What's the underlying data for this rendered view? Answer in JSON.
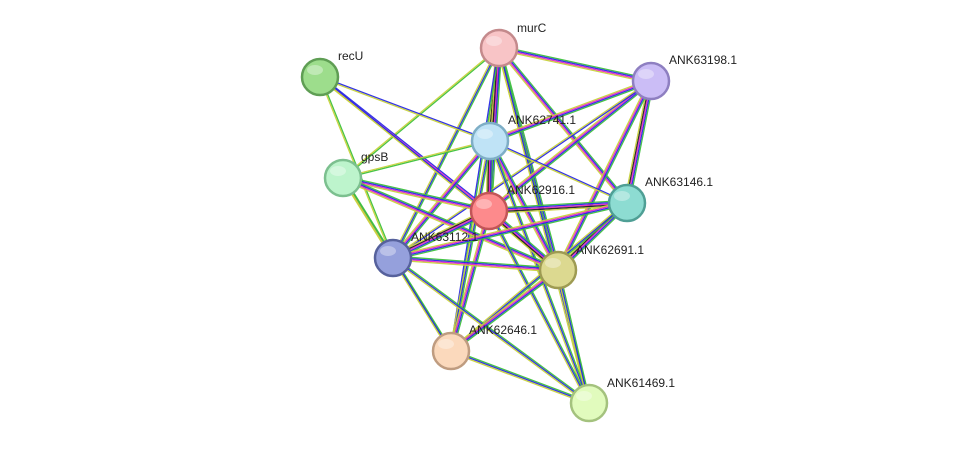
{
  "network": {
    "nodes": [
      {
        "id": "murC",
        "label": "murC",
        "color": "#f8c4c6",
        "stroke": "#c48a8c"
      },
      {
        "id": "recU",
        "label": "recU",
        "color": "#9ddd8c",
        "stroke": "#5f9e54"
      },
      {
        "id": "ANK63198.1",
        "label": "ANK63198.1",
        "color": "#cbbdf6",
        "stroke": "#8e7fc1"
      },
      {
        "id": "ANK62741.1",
        "label": "ANK62741.1",
        "color": "#bfe3f6",
        "stroke": "#7eaec6"
      },
      {
        "id": "gpsB",
        "label": "gpsB",
        "color": "#bdf4cc",
        "stroke": "#7cc08f"
      },
      {
        "id": "ANK62916.1",
        "label": "ANK62916.1",
        "color": "#fd8a8c",
        "stroke": "#c25557"
      },
      {
        "id": "ANK63146.1",
        "label": "ANK63146.1",
        "color": "#8ddcd2",
        "stroke": "#4f9f95"
      },
      {
        "id": "ANK63112.1",
        "label": "ANK63112.1",
        "color": "#95a0dc",
        "stroke": "#56619c"
      },
      {
        "id": "ANK62691.1",
        "label": "ANK62691.1",
        "color": "#dcd990",
        "stroke": "#9e9b53"
      },
      {
        "id": "ANK62646.1",
        "label": "ANK62646.1",
        "color": "#fbd9bc",
        "stroke": "#bf9c80"
      },
      {
        "id": "ANK61469.1",
        "label": "ANK61469.1",
        "color": "#e1fbbd",
        "stroke": "#a4c27e"
      }
    ],
    "edges": [
      {
        "source": "murC",
        "target": "ANK63198.1",
        "evidence": [
          "green",
          "blue",
          "magenta",
          "yellow"
        ]
      },
      {
        "source": "murC",
        "target": "ANK62741.1",
        "evidence": [
          "green",
          "blue",
          "magenta",
          "black",
          "yellow"
        ]
      },
      {
        "source": "murC",
        "target": "ANK62916.1",
        "evidence": [
          "green",
          "blue",
          "magenta",
          "black",
          "yellow"
        ]
      },
      {
        "source": "murC",
        "target": "ANK63146.1",
        "evidence": [
          "green",
          "blue",
          "magenta",
          "yellow"
        ]
      },
      {
        "source": "murC",
        "target": "ANK63112.1",
        "evidence": [
          "green",
          "blue",
          "yellow"
        ]
      },
      {
        "source": "murC",
        "target": "ANK62691.1",
        "evidence": [
          "green",
          "blue",
          "magenta",
          "yellow"
        ]
      },
      {
        "source": "murC",
        "target": "gpsB",
        "evidence": [
          "green",
          "yellow"
        ]
      },
      {
        "source": "murC",
        "target": "ANK62646.1",
        "evidence": [
          "green",
          "blue"
        ]
      },
      {
        "source": "murC",
        "target": "ANK61469.1",
        "evidence": [
          "green",
          "blue",
          "yellow"
        ]
      },
      {
        "source": "recU",
        "target": "ANK62741.1",
        "evidence": [
          "blue",
          "yellow"
        ]
      },
      {
        "source": "recU",
        "target": "ANK62916.1",
        "evidence": [
          "blue",
          "magenta",
          "yellow"
        ]
      },
      {
        "source": "recU",
        "target": "ANK62691.1",
        "evidence": [
          "blue",
          "yellow"
        ]
      },
      {
        "source": "recU",
        "target": "ANK63112.1",
        "evidence": [
          "green",
          "yellow"
        ]
      },
      {
        "source": "ANK63198.1",
        "target": "ANK62741.1",
        "evidence": [
          "green",
          "blue",
          "magenta",
          "yellow"
        ]
      },
      {
        "source": "ANK63198.1",
        "target": "ANK62916.1",
        "evidence": [
          "green",
          "blue",
          "magenta",
          "yellow"
        ]
      },
      {
        "source": "ANK63198.1",
        "target": "ANK63146.1",
        "evidence": [
          "green",
          "blue",
          "magenta",
          "black",
          "yellow"
        ]
      },
      {
        "source": "ANK63198.1",
        "target": "ANK62691.1",
        "evidence": [
          "green",
          "blue",
          "magenta",
          "yellow"
        ]
      },
      {
        "source": "ANK63198.1",
        "target": "ANK63112.1",
        "evidence": [
          "blue",
          "yellow"
        ]
      },
      {
        "source": "ANK62741.1",
        "target": "gpsB",
        "evidence": [
          "green",
          "yellow"
        ]
      },
      {
        "source": "ANK62741.1",
        "target": "ANK62916.1",
        "evidence": [
          "green",
          "blue",
          "magenta",
          "black",
          "yellow"
        ]
      },
      {
        "source": "ANK62741.1",
        "target": "ANK63146.1",
        "evidence": [
          "blue",
          "yellow"
        ]
      },
      {
        "source": "ANK62741.1",
        "target": "ANK63112.1",
        "evidence": [
          "green",
          "blue",
          "magenta",
          "yellow"
        ]
      },
      {
        "source": "ANK62741.1",
        "target": "ANK62691.1",
        "evidence": [
          "green",
          "blue",
          "magenta",
          "yellow"
        ]
      },
      {
        "source": "ANK62741.1",
        "target": "ANK62646.1",
        "evidence": [
          "green",
          "blue",
          "yellow"
        ]
      },
      {
        "source": "ANK62741.1",
        "target": "ANK61469.1",
        "evidence": [
          "green",
          "blue",
          "yellow"
        ]
      },
      {
        "source": "gpsB",
        "target": "ANK62916.1",
        "evidence": [
          "green",
          "blue",
          "magenta",
          "yellow"
        ]
      },
      {
        "source": "gpsB",
        "target": "ANK62691.1",
        "evidence": [
          "green",
          "blue",
          "magenta",
          "yellow"
        ]
      },
      {
        "source": "gpsB",
        "target": "ANK63112.1",
        "evidence": [
          "green",
          "magenta",
          "yellow"
        ]
      },
      {
        "source": "gpsB",
        "target": "ANK62646.1",
        "evidence": [
          "green",
          "yellow"
        ]
      },
      {
        "source": "ANK62916.1",
        "target": "ANK63146.1",
        "evidence": [
          "green",
          "blue",
          "magenta",
          "black",
          "yellow"
        ]
      },
      {
        "source": "ANK62916.1",
        "target": "ANK63112.1",
        "evidence": [
          "green",
          "blue",
          "magenta",
          "black",
          "yellow"
        ]
      },
      {
        "source": "ANK62916.1",
        "target": "ANK62691.1",
        "evidence": [
          "green",
          "blue",
          "magenta",
          "black",
          "yellow"
        ]
      },
      {
        "source": "ANK62916.1",
        "target": "ANK62646.1",
        "evidence": [
          "green",
          "blue",
          "magenta",
          "yellow"
        ]
      },
      {
        "source": "ANK62916.1",
        "target": "ANK61469.1",
        "evidence": [
          "green",
          "blue",
          "yellow"
        ]
      },
      {
        "source": "ANK63146.1",
        "target": "ANK63112.1",
        "evidence": [
          "green",
          "blue",
          "magenta",
          "yellow"
        ]
      },
      {
        "source": "ANK63146.1",
        "target": "ANK62691.1",
        "evidence": [
          "green",
          "blue",
          "magenta",
          "black",
          "yellow"
        ]
      },
      {
        "source": "ANK63146.1",
        "target": "ANK62646.1",
        "evidence": [
          "green",
          "blue",
          "yellow"
        ]
      },
      {
        "source": "ANK63112.1",
        "target": "ANK62691.1",
        "evidence": [
          "green",
          "blue",
          "magenta",
          "yellow"
        ]
      },
      {
        "source": "ANK63112.1",
        "target": "ANK62646.1",
        "evidence": [
          "green",
          "blue",
          "yellow"
        ]
      },
      {
        "source": "ANK63112.1",
        "target": "ANK61469.1",
        "evidence": [
          "green",
          "blue",
          "yellow"
        ]
      },
      {
        "source": "ANK62691.1",
        "target": "ANK62646.1",
        "evidence": [
          "green",
          "blue",
          "magenta",
          "yellow"
        ]
      },
      {
        "source": "ANK62691.1",
        "target": "ANK61469.1",
        "evidence": [
          "green",
          "blue",
          "yellow"
        ]
      },
      {
        "source": "ANK62646.1",
        "target": "ANK61469.1",
        "evidence": [
          "green",
          "blue",
          "yellow"
        ]
      }
    ],
    "evidence_colors": {
      "green": "#3cc13c",
      "blue": "#2828e6",
      "magenta": "#e628c8",
      "black": "#222222",
      "yellow": "#c8d23c"
    }
  }
}
